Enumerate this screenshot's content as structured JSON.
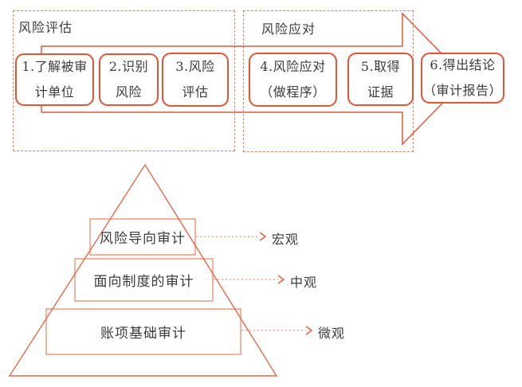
{
  "colors": {
    "accent": "#de5737",
    "accent_light": "#ec8a6b",
    "dashed_border": "#e87f57",
    "text": "#3b3b3b"
  },
  "flow": {
    "stages": [
      {
        "label": "风险评估"
      },
      {
        "label": "风险应对"
      }
    ],
    "steps": [
      {
        "line1": "1.了解被审",
        "line2": "计单位"
      },
      {
        "line1": "2.识别",
        "line2": "风险"
      },
      {
        "line1": "3.风险",
        "line2": "评估"
      },
      {
        "line1": "4.风险应对",
        "line2": "（做程序）"
      },
      {
        "line1": "5.取得",
        "line2": "证据"
      },
      {
        "line1": "6.得出结论",
        "line2": "（审计报告）"
      }
    ]
  },
  "pyramid": {
    "levels": [
      {
        "label": "风险导向审计",
        "tag": "宏观"
      },
      {
        "label": "面向制度的审计",
        "tag": "中观"
      },
      {
        "label": "账项基础审计",
        "tag": "微观"
      }
    ]
  }
}
